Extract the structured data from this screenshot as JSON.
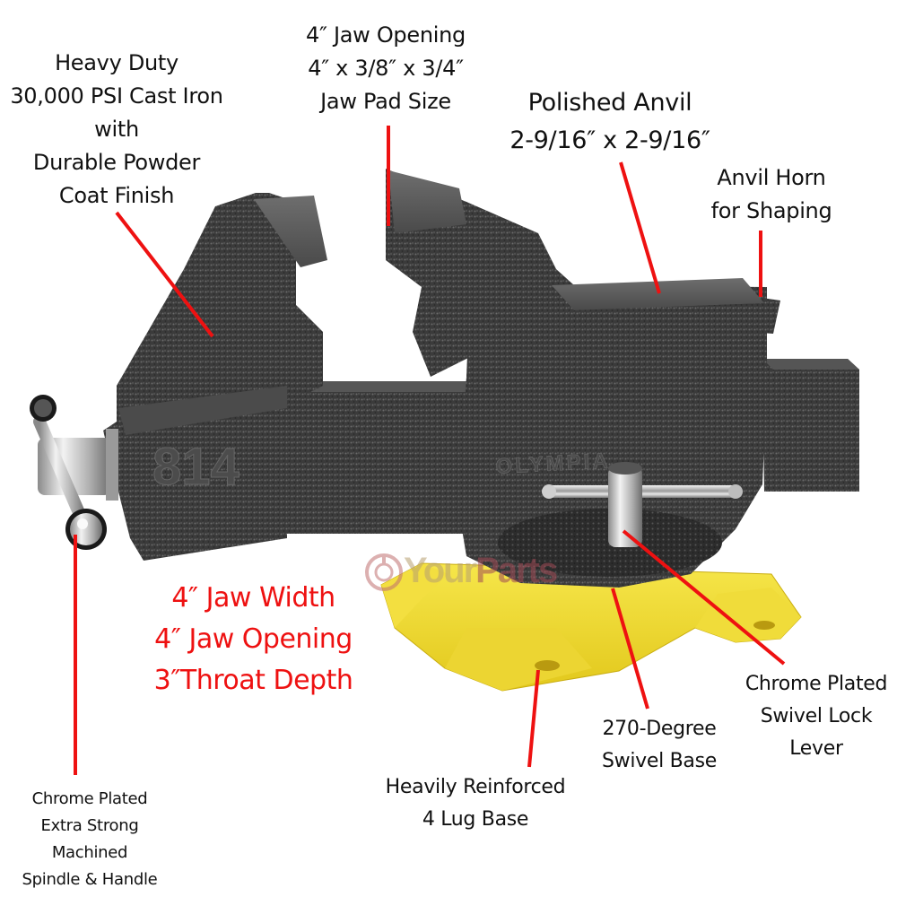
{
  "product": {
    "type": "bench vise",
    "casting_mark": "814",
    "brand_mark": "OLYMPIA",
    "colors": {
      "body": "#3a3a3a",
      "base": "#f2dc2a",
      "chrome": "#d8d8d8",
      "callout_line": "#ee1111",
      "spec_text": "#ee1111",
      "label_text": "#111111"
    }
  },
  "callouts": {
    "cast_iron": {
      "lines": [
        "Heavy Duty",
        "30,000 PSI Cast Iron",
        "with",
        "Durable Powder",
        "Coat Finish"
      ]
    },
    "jaw_opening": {
      "lines": [
        "4″ Jaw Opening",
        "4″ x 3/8″ x 3/4″",
        "Jaw Pad Size"
      ]
    },
    "anvil": {
      "lines": [
        "Polished Anvil",
        "2-9/16″ x 2-9/16″"
      ]
    },
    "anvil_horn": {
      "lines": [
        "Anvil Horn",
        "for Shaping"
      ]
    },
    "spindle": {
      "lines": [
        "Chrome Plated",
        "Extra Strong",
        "Machined",
        "Spindle & Handle"
      ]
    },
    "lug_base": {
      "lines": [
        "Heavily Reinforced",
        "4 Lug Base"
      ]
    },
    "swivel_base": {
      "lines": [
        "270-Degree",
        "Swivel Base"
      ]
    },
    "swivel_lock": {
      "lines": [
        "Chrome Plated",
        "Swivel Lock",
        "Lever"
      ]
    }
  },
  "specs": {
    "lines": [
      "4″ Jaw Width",
      "4″ Jaw Opening",
      "3″Throat Depth"
    ]
  },
  "watermark": {
    "part1": "Your",
    "part2": "Parts"
  }
}
